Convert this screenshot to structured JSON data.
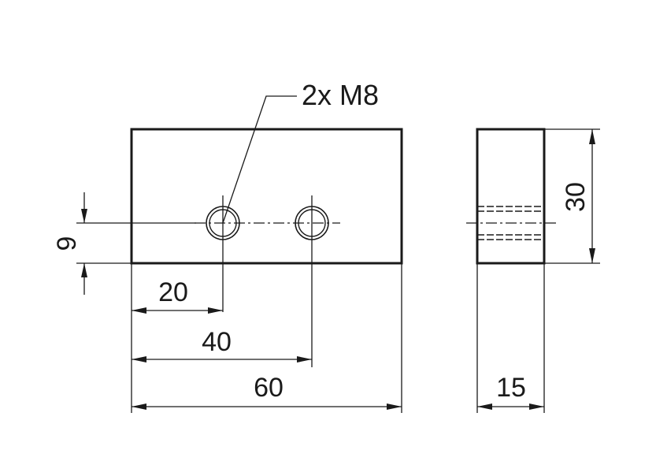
{
  "callout": {
    "label": "2x M8"
  },
  "dimensions": {
    "hole_height": "9",
    "hole1_x": "20",
    "hole2_x": "40",
    "length": "60",
    "height": "30",
    "thickness": "15"
  }
}
